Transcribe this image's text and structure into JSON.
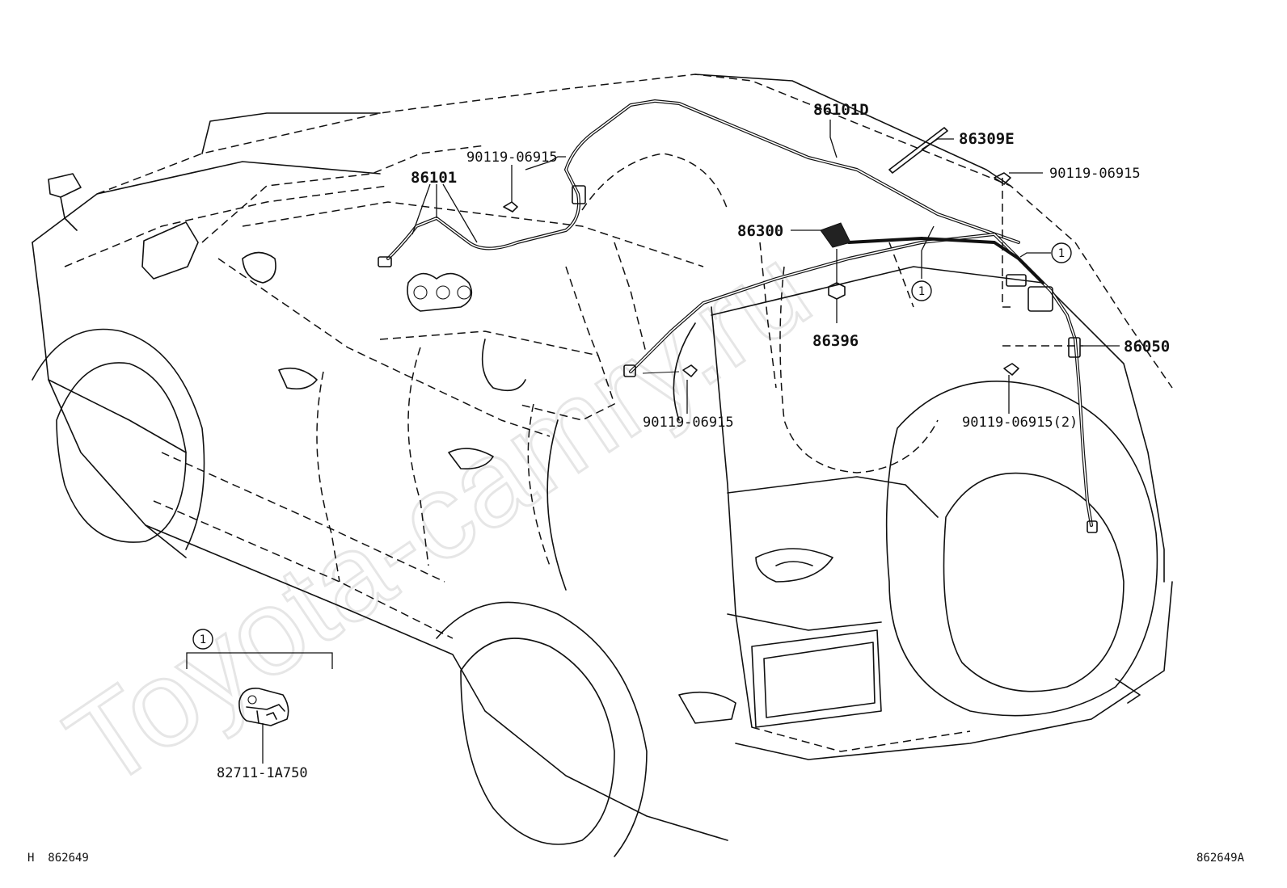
{
  "watermark": "Toyota-camry.ru",
  "callouts": {
    "p86101D": "86101D",
    "p86309E": "86309E",
    "p90119_top_right": "90119-06915",
    "p90119_top_center": "90119-06915",
    "p86101": "86101",
    "p86300": "86300",
    "p86396": "86396",
    "p86050": "86050",
    "p90119_mid": "90119-06915",
    "p90119_right_2": "90119-06915(2)",
    "p82711": "82711-1A750",
    "circle_1a": "1",
    "circle_1b": "1",
    "circle_1c": "1"
  },
  "footer": {
    "left": "H  862649",
    "right": "862649A"
  }
}
